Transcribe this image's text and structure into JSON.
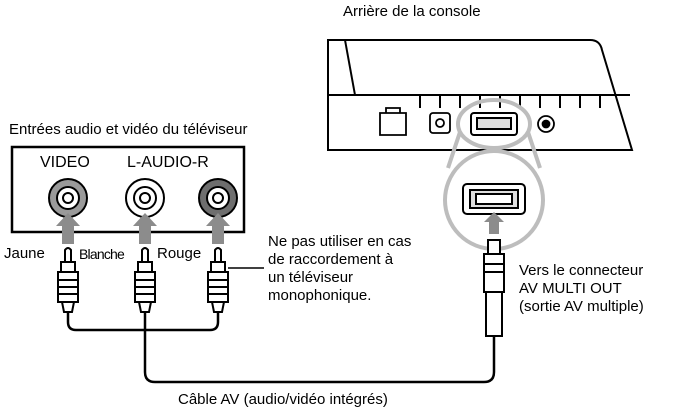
{
  "labels": {
    "console_back": "Arrière de la console",
    "tv_inputs": "Entrées audio et vidéo du téléviseur",
    "video": "VIDEO",
    "audio": "L-AUDIO-R",
    "yellow": "Jaune",
    "white": "Blanche",
    "red": "Rouge",
    "mono_note": [
      "Ne pas utiliser en cas",
      "de raccordement à",
      "un téléviseur",
      "monophonique."
    ],
    "connector": [
      "Vers le connecteur",
      "AV MULTI OUT",
      "(sortie AV multiple)"
    ],
    "cable": "Câble AV (audio/vidéo intégrés)"
  },
  "colors": {
    "stroke": "#000000",
    "jack_video": "#9a9a9a",
    "jack_left": "#ffffff",
    "jack_right": "#6e6e6e",
    "arrow": "#8c8c8c",
    "lens_ring": "#bdbdbd"
  },
  "icons": [
    "ethernet-port-icon",
    "optical-port-icon",
    "av-multi-out-port-icon",
    "power-button-icon",
    "rca-jack-icon",
    "rca-plug-icon",
    "up-arrow-icon"
  ]
}
